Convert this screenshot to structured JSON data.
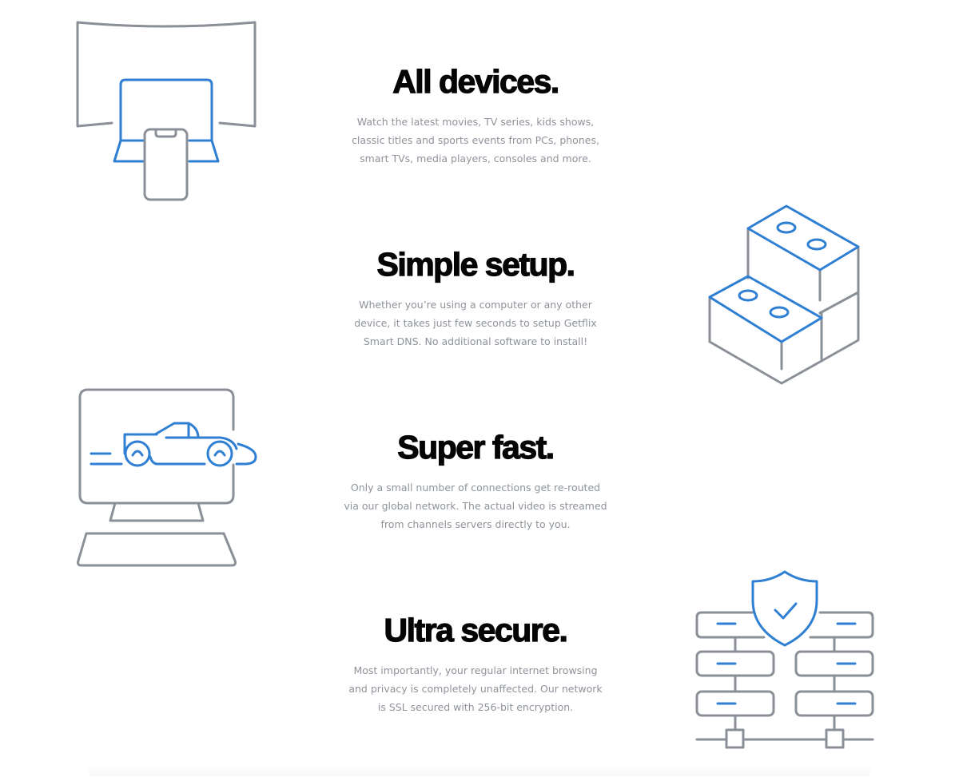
{
  "features": [
    {
      "title": "All devices.",
      "description": "Watch the latest movies, TV series, kids shows, classic titles and sports events from PCs, phones, smart TVs, media players, consoles and more.",
      "icon": "devices-icon"
    },
    {
      "title": "Simple setup.",
      "description": "Whether you’re using a computer or any other device, it takes just few seconds to setup Getflix Smart DNS. No additional software to install!",
      "icon": "blocks-icon"
    },
    {
      "title": "Super fast.",
      "description": "Only a small number of connections get re-routed via our global network. The actual video is streamed from channels servers directly to you.",
      "icon": "race-car-monitor-icon"
    },
    {
      "title": "Ultra secure.",
      "description": "Most importantly, your regular internet browsing and privacy is completely unaffected. Our network is SSL secured with 256-bit encryption.",
      "icon": "shield-network-icon"
    }
  ],
  "colors": {
    "accent": "#2f7fd3",
    "icon_gray": "#8a8f98",
    "title": "#050505",
    "body_text": "#8e939b"
  }
}
